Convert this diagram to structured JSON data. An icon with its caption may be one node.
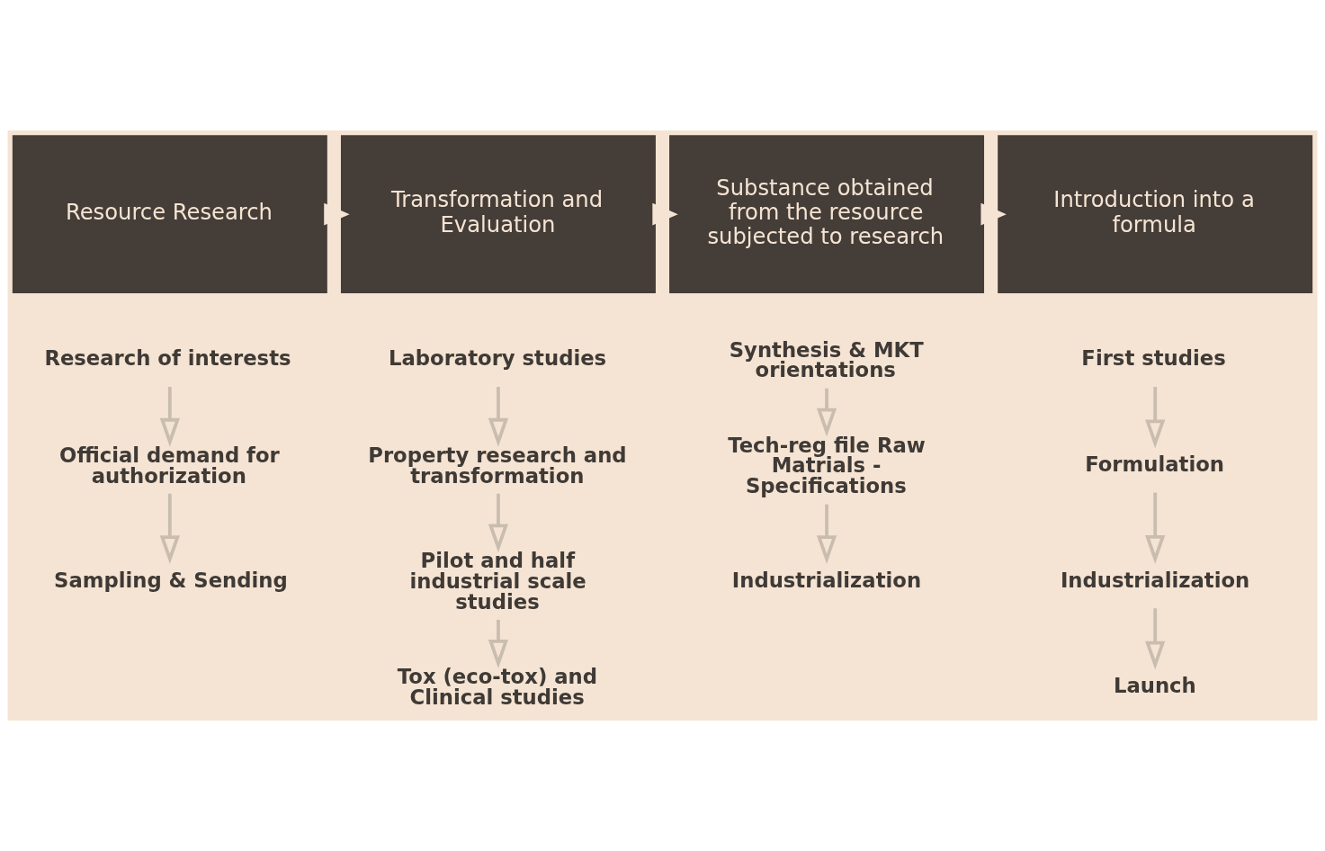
{
  "diagram": {
    "nodes": [
      {
        "text": [
          "Resource Research"
        ]
      },
      {
        "text": [
          "Transformation and Evaluation"
        ]
      },
      {
        "text": [
          "Substance obtained from the resource subjected to research"
        ]
      },
      {
        "text": [
          "Introduction into a formula"
        ]
      },
      {
        "text": [
          "Research of interests"
        ]
      },
      {
        "text": [
          "Official demand for authorization"
        ]
      },
      {
        "text": [
          "Sampling & Sending"
        ]
      },
      {
        "text": [
          "Laboratory studies"
        ]
      },
      {
        "text": [
          "Property research and transformation"
        ]
      },
      {
        "text": [
          "Pilot and half industrial scale studies"
        ]
      },
      {
        "text": [
          "Tox (eco-tox) and Clinical studies"
        ]
      },
      {
        "text": [
          "Synthesis & MKT orientations"
        ]
      },
      {
        "text": [
          "Tech-reg file Raw Matrials - Specifications"
        ]
      },
      {
        "text": [
          "Industrialization"
        ]
      },
      {
        "text": [
          "First studies"
        ]
      },
      {
        "text": [
          "Formulation"
        ]
      },
      {
        "text": [
          "Industrialization"
        ]
      },
      {
        "text": [
          "Launch"
        ]
      }
    ],
    "edges": [
      {
        "from": 0,
        "to": 1,
        "arrow": "to",
        "style": "thick",
        "color": "#f5e4d3"
      },
      {
        "from": 1,
        "to": 2,
        "arrow": "to",
        "style": "thick",
        "color": "#f5e4d3"
      },
      {
        "from": 2,
        "to": 3,
        "arrow": "to",
        "style": "thick",
        "color": "#f5e4d3"
      },
      {
        "from": 4,
        "to": 5,
        "arrow": "to"
      },
      {
        "from": 5,
        "to": 6,
        "arrow": "to"
      },
      {
        "from": 7,
        "to": 8,
        "arrow": "to"
      },
      {
        "from": 8,
        "to": 9,
        "arrow": "to"
      },
      {
        "from": 9,
        "to": 10,
        "arrow": "to"
      },
      {
        "from": 11,
        "to": 12,
        "arrow": "to"
      },
      {
        "from": 12,
        "to": 13,
        "arrow": "to"
      },
      {
        "from": 14,
        "to": 15,
        "arrow": "to"
      },
      {
        "from": 15,
        "to": 16,
        "arrow": "to"
      },
      {
        "from": 16,
        "to": 17,
        "arrow": "to"
      }
    ]
  }
}
